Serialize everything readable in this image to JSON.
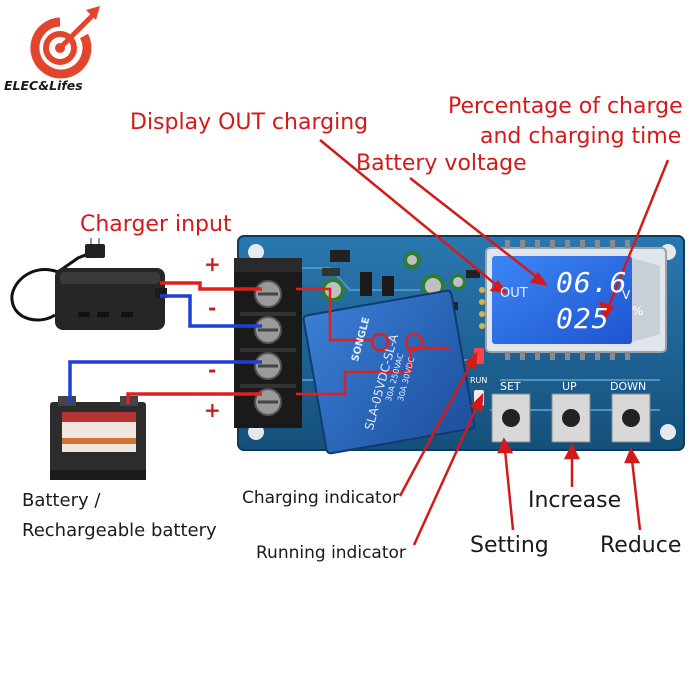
{
  "brand": {
    "name": "ELEC&Lifes",
    "logo": "target-arrow-logo",
    "color": "#e2452c"
  },
  "labels": {
    "display_out": "Display OUT charging",
    "percentage": "Percentage of charge",
    "charging_time": "and charging time",
    "battery_voltage": "Battery voltage",
    "charger_input": "Charger input",
    "battery": "Battery /",
    "rechargeable": "Rechargeable battery",
    "charging_indicator": "Charging indicator",
    "running_indicator": "Running indicator",
    "setting": "Setting",
    "increase": "Increase",
    "reduce": "Reduce"
  },
  "polarity": {
    "plus": "+",
    "minus": "-",
    "minus2": "-",
    "plus2": "+"
  },
  "lcd": {
    "out": "OUT",
    "voltage": "06.6",
    "unit_v": "V",
    "percent": "025",
    "unit_pct": "%"
  },
  "board": {
    "buttons": [
      "SET",
      "UP",
      "DOWN"
    ],
    "relay_brand": "SONGLE",
    "relay_model": "SLA-05VDC-SL-A",
    "relay_spec": [
      "30A 250VAC",
      "30A 30VDC"
    ],
    "run_label": "RUN"
  },
  "colors": {
    "annotation": "#d31a1a",
    "wire_red": "#e0201e",
    "wire_blue": "#1f3fd6",
    "board": "#1a5f8e",
    "lcd": "#2f6fe8"
  }
}
